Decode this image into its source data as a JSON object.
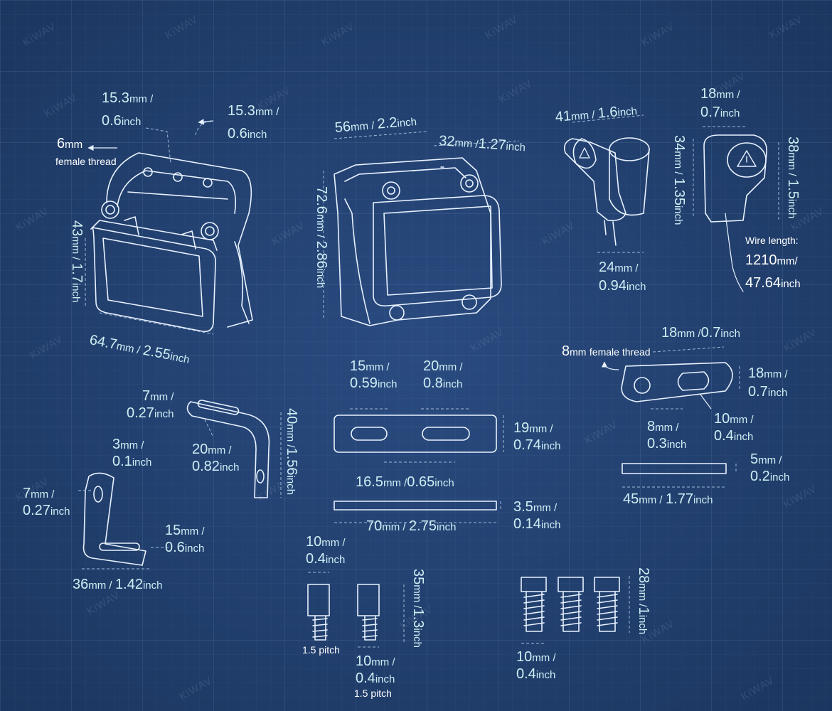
{
  "colors": {
    "background": "#213f6f",
    "line": "#e8f2ff",
    "dim_text": "#cfeef4",
    "dim_line": "#9fb9d8"
  },
  "watermark": "KiWAV",
  "labels": {
    "bracket_top_a": {
      "num": "15.3",
      "unit": "mm /",
      "num2": "0.6",
      "unit2": "inch"
    },
    "bracket_top_b": {
      "num": "15.3",
      "unit": "mm /",
      "num2": "0.6",
      "unit2": "inch"
    },
    "thread_note": {
      "num": "6",
      "unit": "mm",
      "text": "female thread"
    },
    "front_height": {
      "num": "43",
      "unit": "mm /",
      "num2": "1.7",
      "unit2": "inch"
    },
    "front_width": {
      "num": "64.7",
      "unit": "mm /",
      "num2": "2.55",
      "unit2": "inch"
    },
    "side_width": {
      "num": "56",
      "unit": "mm /",
      "num2": "2.2",
      "unit2": "inch"
    },
    "side_depth": {
      "num": "32",
      "unit": "mm /",
      "num2": "1.27",
      "unit2": "inch"
    },
    "side_height": {
      "num": "72.6",
      "unit": "mm /",
      "num2": "2.86",
      "unit2": "inch"
    },
    "cap_width": {
      "num": "41",
      "unit": "mm /",
      "num2": "1.6",
      "unit2": "inch"
    },
    "cap_base": {
      "num": "24",
      "unit": "mm /",
      "num2": "0.94",
      "unit2": "inch"
    },
    "cap2_width": {
      "num": "18",
      "unit": "mm /",
      "num2": "0.7",
      "unit2": "inch"
    },
    "cap2_h1": {
      "num": "34",
      "unit": "mm /",
      "num2": "1.35",
      "unit2": "inch"
    },
    "cap2_h2": {
      "num": "38",
      "unit": "mm /",
      "num2": "1.5",
      "unit2": "inch"
    },
    "wire": {
      "title": "Wire length:",
      "num": "1210",
      "unit": "mm/",
      "num2": "47.64",
      "unit2": "inch"
    },
    "plate_top": {
      "num": "18",
      "unit": "mm /",
      "num2": "0.7",
      "unit2": "inch"
    },
    "plate_thread": {
      "num": "8",
      "unit": "mm",
      "text": "female thread"
    },
    "plate_h": {
      "num": "18",
      "unit": "mm /",
      "num2": "0.7",
      "unit2": "inch"
    },
    "plate_hole": {
      "num": "8",
      "unit": "mm /",
      "num2": "0.3",
      "unit2": "inch"
    },
    "plate_slot": {
      "num": "10",
      "unit": "mm /",
      "num2": "0.4",
      "unit2": "inch"
    },
    "plate_thick": {
      "num": "5",
      "unit": "mm /",
      "num2": "0.2",
      "unit2": "inch"
    },
    "plate_len": {
      "num": "45",
      "unit": "mm /",
      "num2": "1.77",
      "unit2": "inch"
    },
    "strip_s1": {
      "num": "15",
      "unit": "mm /",
      "num2": "0.59",
      "unit2": "inch"
    },
    "strip_s2": {
      "num": "20",
      "unit": "mm /",
      "num2": "0.8",
      "unit2": "inch"
    },
    "strip_h": {
      "num": "19",
      "unit": "mm /",
      "num2": "0.74",
      "unit2": "inch"
    },
    "strip_mid": {
      "num": "16.5",
      "unit": "mm /",
      "num2": "0.65",
      "unit2": "inch"
    },
    "strip_thick": {
      "num": "3.5",
      "unit": "mm /",
      "num2": "0.14",
      "unit2": "inch"
    },
    "strip_len": {
      "num": "70",
      "unit": "mm /",
      "num2": "2.75",
      "unit2": "inch"
    },
    "l1_slot": {
      "num": "7",
      "unit": "mm /",
      "num2": "0.27",
      "unit2": "inch"
    },
    "l1_arm": {
      "num": "20",
      "unit": "mm /",
      "num2": "0.82",
      "unit2": "inch"
    },
    "l1_height": {
      "num": "40",
      "unit": "mm /",
      "num2": "1.56",
      "unit2": "inch"
    },
    "l2_thick": {
      "num": "3",
      "unit": "mm /",
      "num2": "0.1",
      "unit2": "inch"
    },
    "l2_hole": {
      "num": "7",
      "unit": "mm /",
      "num2": "0.27",
      "unit2": "inch"
    },
    "l2_slot": {
      "num": "15",
      "unit": "mm /",
      "num2": "0.6",
      "unit2": "inch"
    },
    "l2_len": {
      "num": "36",
      "unit": "mm /",
      "num2": "1.42",
      "unit2": "inch"
    },
    "spacer_w": {
      "num": "10",
      "unit": "mm /",
      "num2": "0.4",
      "unit2": "inch"
    },
    "spacer_h": {
      "num": "35",
      "unit": "mm /",
      "num2": "1.3",
      "unit2": "inch"
    },
    "spacer_pitch1": "1.5 pitch",
    "spacer_w2": {
      "num": "10",
      "unit": "mm /",
      "num2": "0.4",
      "unit2": "inch"
    },
    "spacer_pitch2": "1.5 pitch",
    "bolt_h": {
      "num": "28",
      "unit": "mm /",
      "num2": "1",
      "unit2": "inch"
    },
    "bolt_w": {
      "num": "10",
      "unit": "mm /",
      "num2": "0.4",
      "unit2": "inch"
    }
  }
}
